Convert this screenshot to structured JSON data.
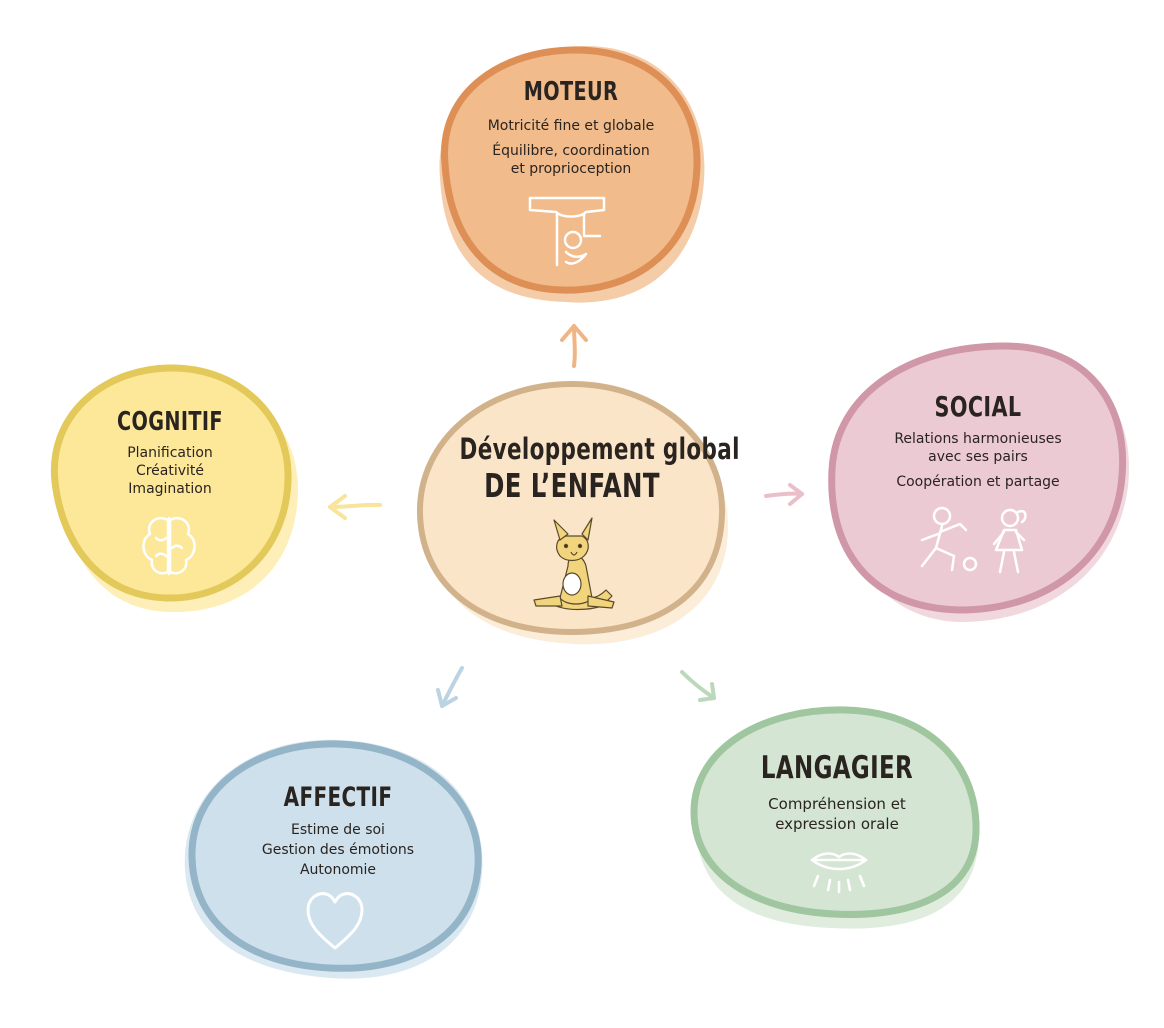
{
  "center": {
    "title_line1": "Développement global",
    "title_line2": "de l’enfant",
    "mascot_icon": "kangaroo-icon"
  },
  "nodes": {
    "moteur": {
      "title": "MOTEUR",
      "lines": [
        "Motricité fine et globale",
        "Équilibre, coordination",
        "et proprioception"
      ],
      "icon": "motor-icon",
      "color": "#f1bb8b",
      "stroke": "#de8f56"
    },
    "cognitif": {
      "title": "COGNITIF",
      "lines": [
        "Planification",
        "Créativité",
        "Imagination"
      ],
      "icon": "brain-icon",
      "color": "#fde89a",
      "stroke": "#e3c95a"
    },
    "social": {
      "title": "SOCIAL",
      "lines": [
        "Relations harmonieuses",
        "avec ses pairs",
        "Coopération et partage"
      ],
      "icon": "children-playing-icon",
      "color": "#eccad3",
      "stroke": "#cf97a7"
    },
    "affectif": {
      "title": "AFFECTIF",
      "lines": [
        "Estime de soi",
        "Gestion des émotions",
        "Autonomie"
      ],
      "icon": "heart-icon",
      "color": "#cde0ec",
      "stroke": "#94b4c7"
    },
    "langagier": {
      "title": "LANGAGIER",
      "lines": [
        "Compréhension et",
        "expression orale"
      ],
      "icon": "mouth-icon",
      "color": "#d4e5d3",
      "stroke": "#9fc69e"
    }
  },
  "center_color": "#fbe5c8",
  "center_stroke": "#d2b28b"
}
